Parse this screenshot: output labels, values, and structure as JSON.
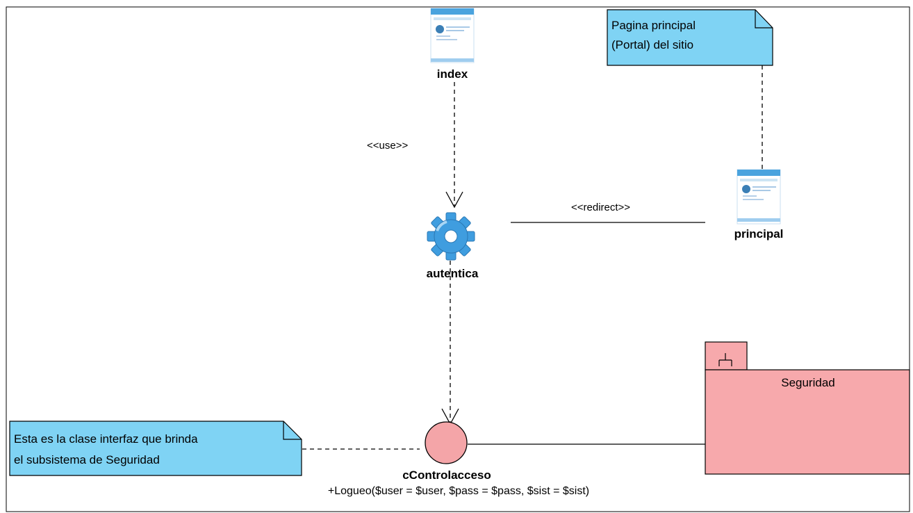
{
  "colors": {
    "note_fill": "#7fd3f4",
    "package_fill": "#f7a9ac",
    "interface_fill": "#f4a5a8",
    "gear_fill": "#3f9ddf",
    "page_icon_accent": "#5aaee0"
  },
  "nodes": {
    "index": {
      "label": "index",
      "icon": "web-page-icon"
    },
    "principal": {
      "label": "principal",
      "icon": "web-page-icon"
    },
    "autentica": {
      "label": "autentica",
      "icon": "gear-icon"
    },
    "interface": {
      "label": "cControlacceso",
      "operation": "+Logueo($user = $user, $pass = $pass, $sist = $sist)"
    }
  },
  "notes": {
    "portal": {
      "line1": "Pagina principal",
      "line2": "(Portal) del sitio"
    },
    "interfaz": {
      "line1": "Esta es la clase interfaz que brinda",
      "line2": "el subsistema de Seguridad"
    }
  },
  "package": {
    "label": "Seguridad"
  },
  "relations": {
    "use": {
      "label": "<<use>>"
    },
    "redirect": {
      "label": "<<redirect>>"
    }
  }
}
